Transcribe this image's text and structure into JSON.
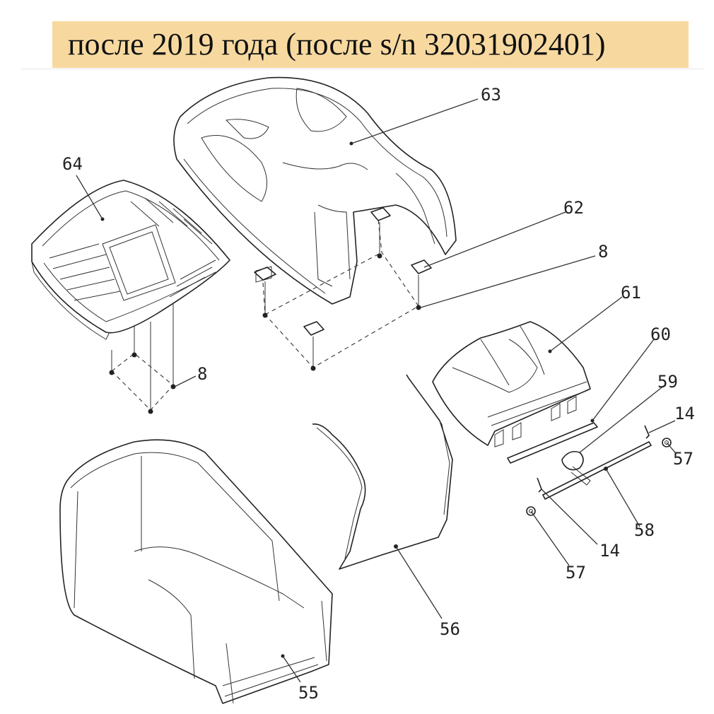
{
  "header": {
    "title": "после 2019 года (после s/n 32031902401)",
    "band_color": "#f7d9a0"
  },
  "diagram": {
    "callouts": {
      "c63": "63",
      "c64": "64",
      "c62": "62",
      "c8a": "8",
      "c61": "61",
      "c60": "60",
      "c59": "59",
      "c14a": "14",
      "c57a": "57",
      "c8b": "8",
      "c58": "58",
      "c14b": "14",
      "c57b": "57",
      "c56": "56",
      "c55": "55"
    }
  }
}
